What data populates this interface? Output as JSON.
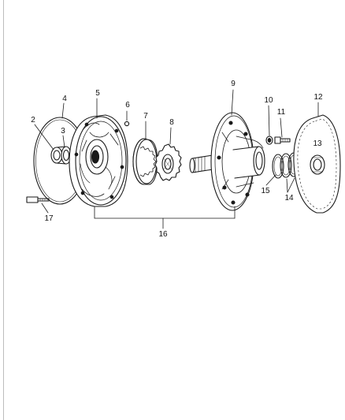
{
  "diagram": {
    "callouts": {
      "c1": "2",
      "c2": "3",
      "c3": "4",
      "c4": "5",
      "c5": "6",
      "c6": "7",
      "c7": "8",
      "c8": "9",
      "c9": "10",
      "c10": "11",
      "c11": "12",
      "c12": "13",
      "c13": "14",
      "c14": "15",
      "c15": "16",
      "c16": "17"
    }
  }
}
